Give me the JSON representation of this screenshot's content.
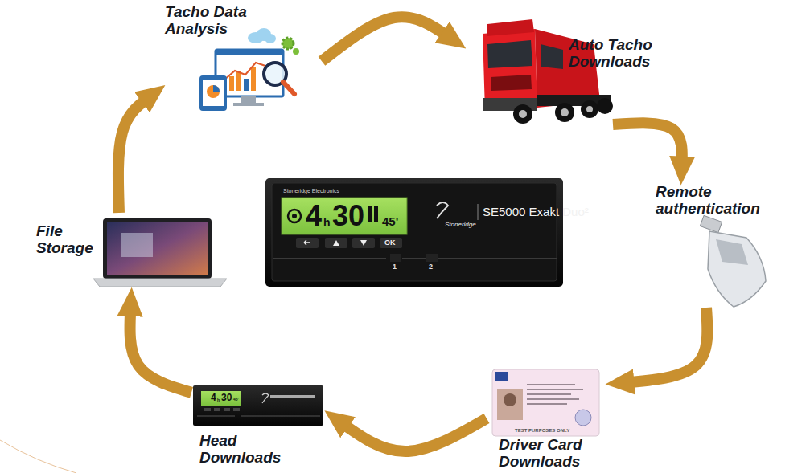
{
  "diagram": {
    "nodes": [
      {
        "text": [
          "Tacho Data Analysis"
        ]
      },
      {
        "text": [
          "Auto Tacho Downloads"
        ]
      },
      {
        "text": [
          "Remote authentication"
        ]
      },
      {
        "text": [
          "Driver Card Downloads"
        ]
      },
      {
        "text": [
          "Head Downloads"
        ]
      },
      {
        "text": [
          "File Storage"
        ]
      }
    ],
    "edges": [
      {
        "from": 0,
        "to": 1,
        "arrow": "to"
      },
      {
        "from": 1,
        "to": 2,
        "arrow": "to"
      },
      {
        "from": 2,
        "to": 3,
        "arrow": "to"
      },
      {
        "from": 3,
        "to": 4,
        "arrow": "to"
      },
      {
        "from": 4,
        "to": 5,
        "arrow": "to"
      },
      {
        "from": 5,
        "to": 0,
        "arrow": "to"
      }
    ],
    "labels": [
      "Stoneridge Electronics",
      "4",
      "h",
      "30",
      "45'",
      "OK",
      "1",
      "2",
      "Stoneridge",
      "SE5000 Exakt Duo²",
      "4",
      "h",
      "30",
      "45'",
      "TEST PURPOSES ONLY"
    ]
  }
}
